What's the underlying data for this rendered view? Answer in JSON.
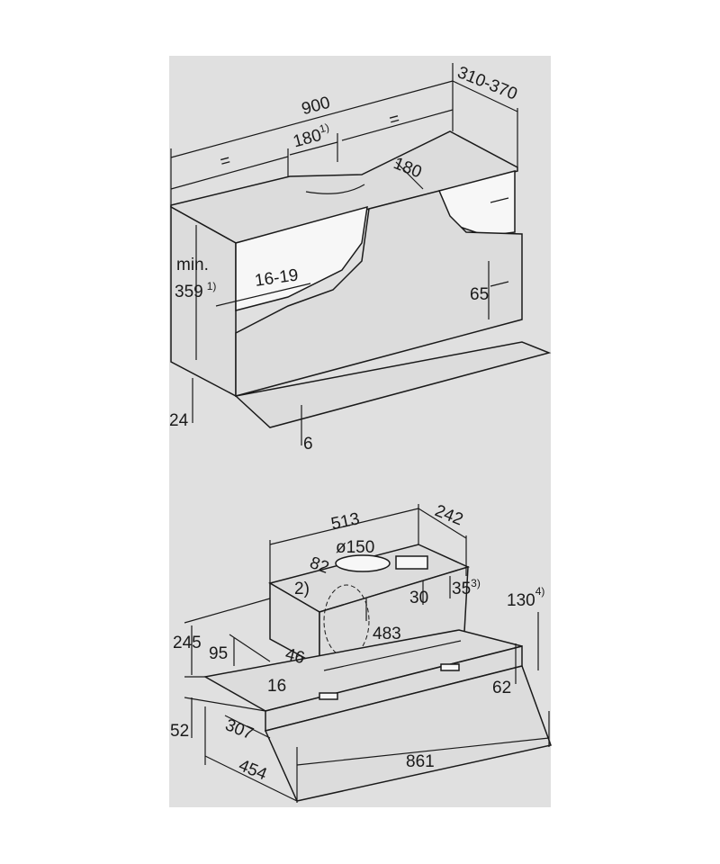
{
  "colors": {
    "background": "#e0e0e0",
    "line": "#1a1a1a",
    "cut_surface": "#f7f7f7"
  },
  "top_drawing": {
    "width": "900",
    "equal_left": "=",
    "cutout_width": "180",
    "cutout_width_note": "1)",
    "equal_right": "=",
    "depth": "310-370",
    "cutout_depth": "180",
    "height_prefix": "min.",
    "height": "359",
    "height_note": "1)",
    "panel_thickness": "16-19",
    "bracket_offset": "65",
    "bottom_offset": "24",
    "visor_thickness": "6"
  },
  "bottom_drawing": {
    "motor_width": "513",
    "motor_depth": "242",
    "duct_diameter": "ø150",
    "duct_offset": "82",
    "note_2": "2)",
    "duct_height": "30",
    "connector_height": "35",
    "connector_note": "3)",
    "rear_height": "130",
    "rear_height_note": "4)",
    "total_height": "245",
    "front_height": "95",
    "front_offset": "46",
    "inner_width": "483",
    "lip": "16",
    "rail_height": "62",
    "visor_height": "52",
    "inner_depth": "307",
    "total_depth": "454",
    "total_width": "861"
  }
}
